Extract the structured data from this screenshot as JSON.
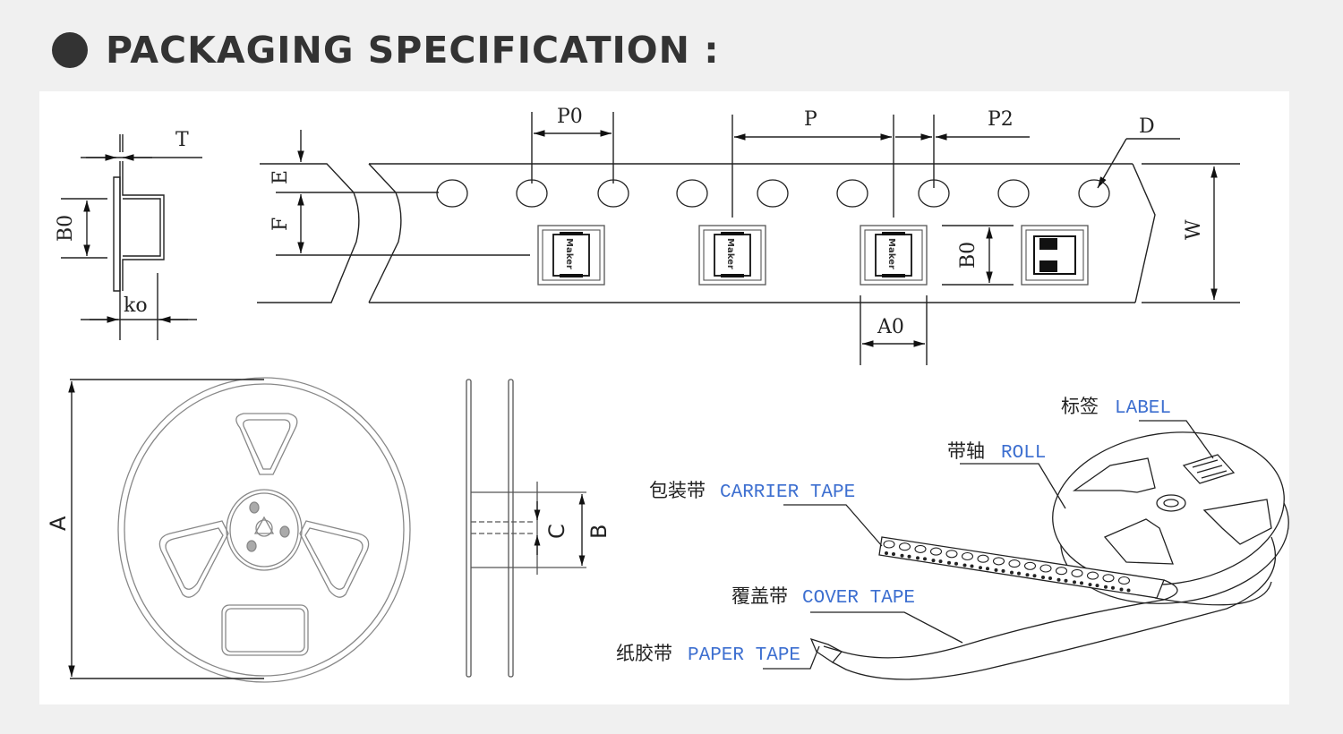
{
  "header": {
    "title": "PACKAGING SPECIFICATION :"
  },
  "tape_section": {
    "labels": {
      "T": "T",
      "B0": "B0",
      "K0": "ko",
      "E": "E",
      "F": "F",
      "P0": "P0",
      "P": "P",
      "P2": "P2",
      "D": "D",
      "W": "W",
      "A0": "A0",
      "B0_right": "B0"
    },
    "component_marking": "Maker"
  },
  "reel_section": {
    "labels": {
      "A": "A",
      "C": "C",
      "B": "B"
    }
  },
  "assembly_section": {
    "callouts": [
      {
        "cn": "标签",
        "en": "LABEL"
      },
      {
        "cn": "带轴",
        "en": "ROLL"
      },
      {
        "cn": "包装带",
        "en": "CARRIER TAPE"
      },
      {
        "cn": "覆盖带",
        "en": "COVER TAPE"
      },
      {
        "cn": "纸胶带",
        "en": "PAPER TAPE"
      }
    ]
  },
  "colors": {
    "text": "#333333",
    "callout_en": "#3d6fd0",
    "background": "#f0f0f0",
    "panel": "#ffffff"
  }
}
